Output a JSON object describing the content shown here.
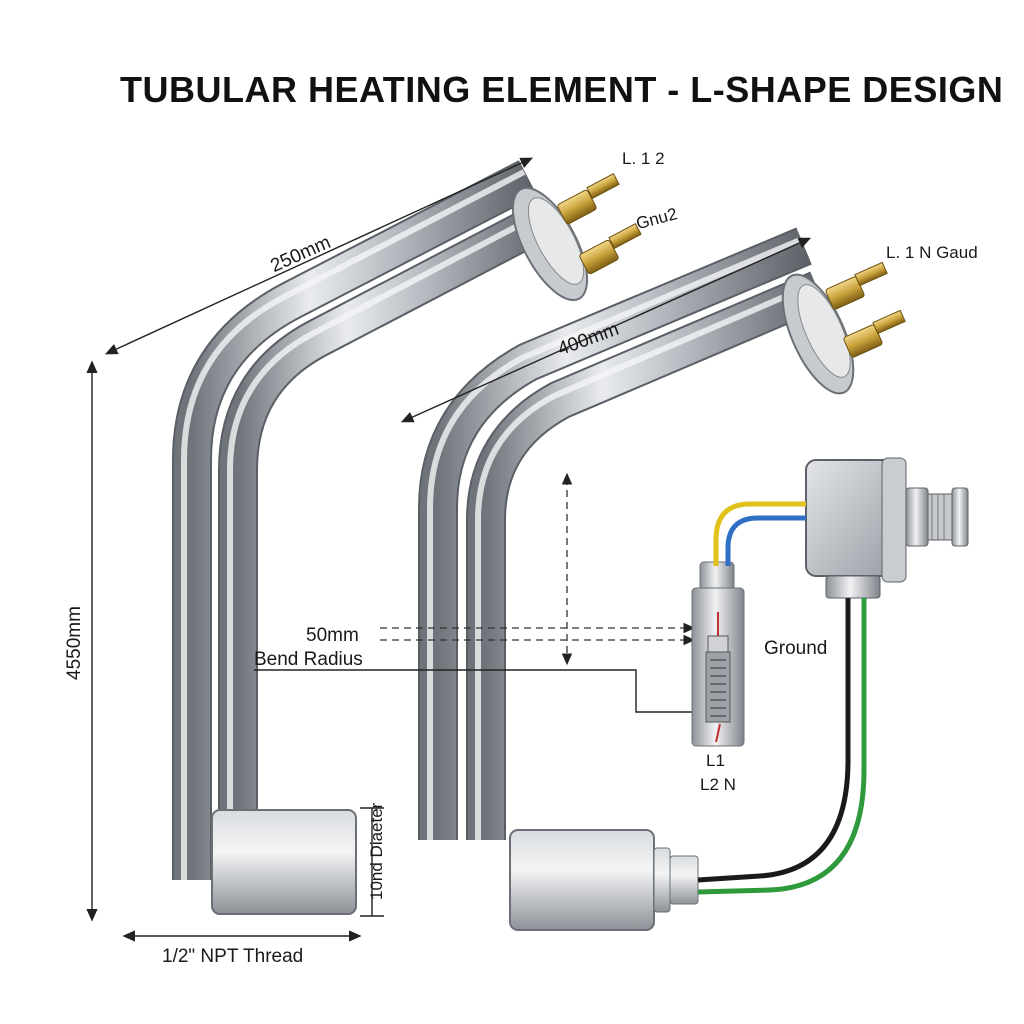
{
  "title": "TUBULAR HEATING ELEMENT - L-SHAPE DESIGN",
  "left_element": {
    "top_length": "250mm",
    "height": "4550mm",
    "terminal_label_top": "L. 1 2",
    "terminal_label_bottom": "Gnu2",
    "diameter": "10nd Diaeter",
    "thread": "1/2\" NPT Thread"
  },
  "right_element": {
    "top_length": "400mm",
    "terminal_label": "L. 1 N  Gaud",
    "bend_radius_value": "50mm",
    "bend_radius_label": "Bend Radius",
    "ground_label": "Ground",
    "thermostat_l1": "L1",
    "thermostat_l2n": "L2  N"
  },
  "colors": {
    "tube": "#b8bcc2",
    "brass": "#c9a23a",
    "wire_yellow": "#e0c21a",
    "wire_blue": "#2f6fc4",
    "wire_black": "#1a1a1a",
    "wire_green": "#2f9a3c"
  }
}
